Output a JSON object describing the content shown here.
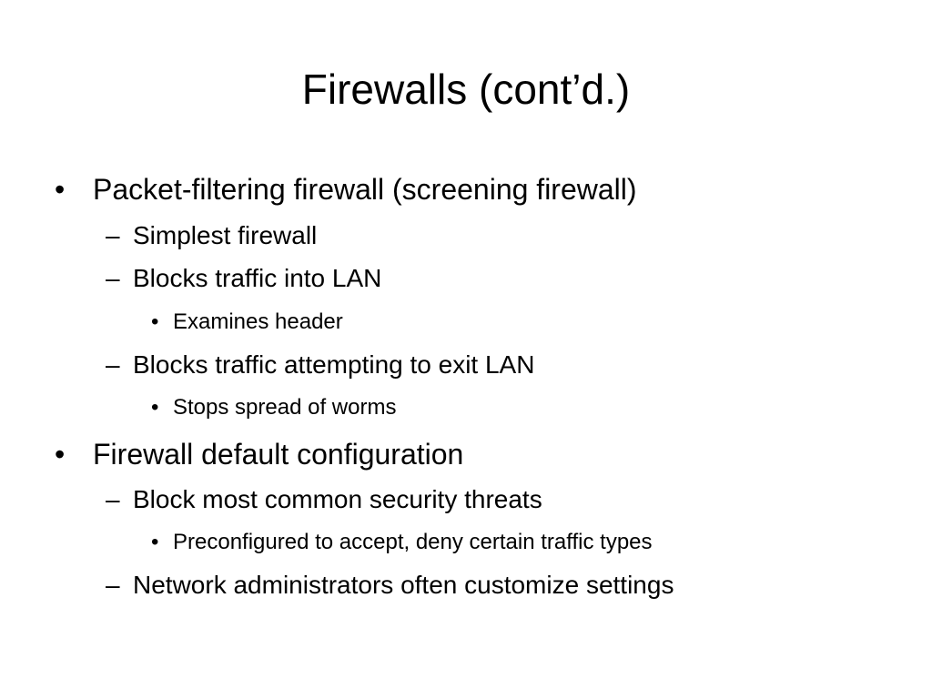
{
  "slide": {
    "title": "Firewalls (cont’d.)",
    "bullet_markers": {
      "level1": "•",
      "level2": "–",
      "level3": "•"
    },
    "items": [
      {
        "level": 1,
        "text": "Packet-filtering firewall (screening firewall)"
      },
      {
        "level": 2,
        "text": "Simplest firewall"
      },
      {
        "level": 2,
        "text": "Blocks traffic into LAN"
      },
      {
        "level": 3,
        "text": "Examines header"
      },
      {
        "level": 2,
        "text": "Blocks traffic attempting to exit LAN"
      },
      {
        "level": 3,
        "text": "Stops spread of worms"
      },
      {
        "level": 1,
        "text": "Firewall default configuration"
      },
      {
        "level": 2,
        "text": "Block most common security threats"
      },
      {
        "level": 3,
        "text": "Preconfigured to accept, deny certain traffic types"
      },
      {
        "level": 2,
        "text": "Network administrators often customize settings"
      }
    ]
  }
}
